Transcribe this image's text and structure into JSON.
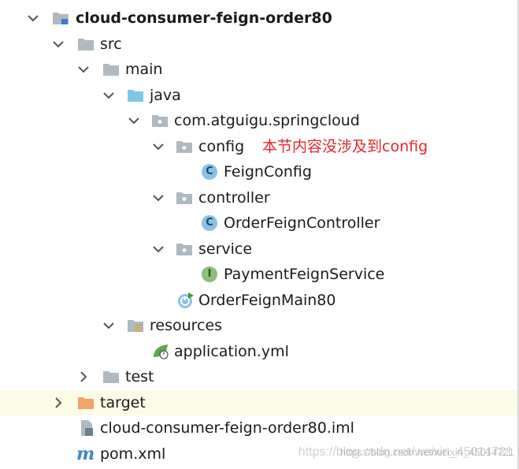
{
  "colors": {
    "folder": "#aeb9c0",
    "source_folder": "#7fc6e8",
    "excluded_folder": "#f0a36a",
    "class_icon": "#87c3e6",
    "interface_icon": "#8cc07a",
    "note": "#e8242a",
    "highlight_row": "#fbfbe6"
  },
  "tree": {
    "root": "cloud-consumer-feign-order80",
    "src": "src",
    "main": "main",
    "java": "java",
    "package": "com.atguigu.springcloud",
    "config": "config",
    "config_note": "本节内容没涉及到config",
    "feign_config": "FeignConfig",
    "controller": "controller",
    "order_feign_controller": "OrderFeignController",
    "service": "service",
    "payment_feign_service": "PaymentFeignService",
    "order_feign_main": "OrderFeignMain80",
    "resources": "resources",
    "application_yml": "application.yml",
    "test": "test",
    "target": "target",
    "iml": "cloud-consumer-feign-order80.iml",
    "pom": "pom.xml"
  },
  "icons": {
    "class_letter": "C",
    "interface_letter": "I",
    "maven_letter": "m"
  },
  "watermark": {
    "text": "https://blog.csdn.net/weixin_45014721",
    "text2": "https://blog.csdn.net/weixin_45014721"
  }
}
